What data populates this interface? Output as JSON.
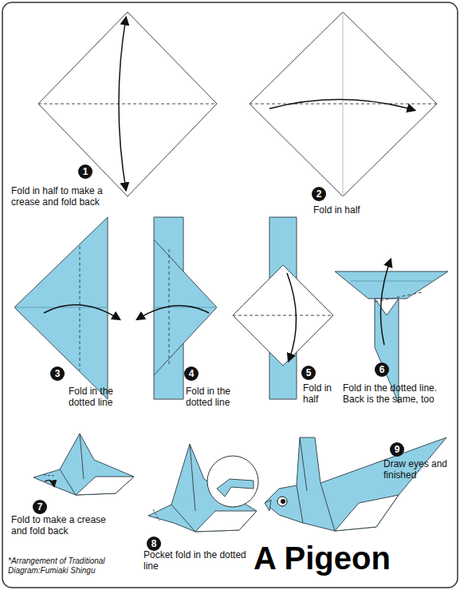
{
  "diagram": {
    "title": "A Pigeon",
    "nodes": [
      {
        "text": [
          "1"
        ]
      },
      {
        "text": [
          "2"
        ]
      },
      {
        "text": [
          "3"
        ]
      },
      {
        "text": [
          "4"
        ]
      },
      {
        "text": [
          "5"
        ]
      },
      {
        "text": [
          "6"
        ]
      },
      {
        "text": [
          "7"
        ]
      },
      {
        "text": [
          "8"
        ]
      },
      {
        "text": [
          "9"
        ]
      }
    ],
    "labels": [
      "Fold in half to make a crease and fold back",
      "Fold in half",
      "Fold in the dotted line",
      "Fold in the dotted line",
      "Fold in half",
      "Fold in the dotted line. Back is the same, too",
      "Fold to make a crease and fold back",
      "Pocket fold in the dotted line",
      "Draw eyes and finished",
      "*Arrangement of Traditional Diagram:Fumiaki Shingu"
    ]
  }
}
